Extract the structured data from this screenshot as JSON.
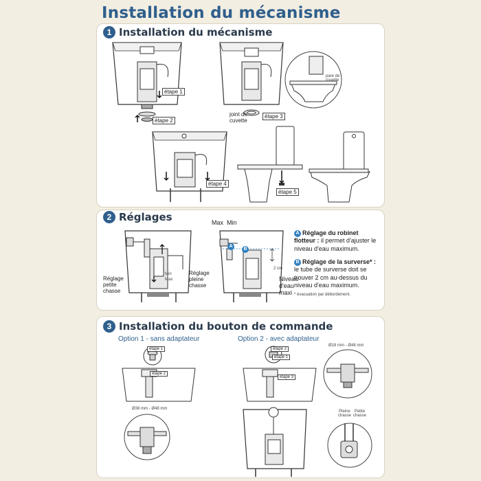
{
  "page_title": "Installation du mécanisme",
  "section1": {
    "number": "1",
    "title": "Installation du mécanisme",
    "labels": {
      "etape1": "étape 1",
      "etape2": "étape 2",
      "etape3": "étape 3",
      "etape4": "étape 4",
      "etape5": "étape 5",
      "joint": "joint de\ncuvette",
      "pare": "pare de\ncuvette"
    }
  },
  "section2": {
    "number": "2",
    "title": "Réglages",
    "labels": {
      "max": "Max",
      "min": "Min",
      "marker_a": "A",
      "marker_b": "B",
      "reglage_petite": "Réglage\npetite\nchasse",
      "reglage_pleine": "Réglage\npleine\nchasse",
      "niveau": "Niveau\nd'eau\nmaxi",
      "mark_min": "Min",
      "mark_max": "Max",
      "dist": "2 cm"
    },
    "note_a_marker": "A",
    "note_a_bold": "Réglage du robinet flotteur :",
    "note_a_text": "il permet d'ajuster le niveau d'eau maximum.",
    "note_b_marker": "B",
    "note_b_bold": "Réglage de la surverse* :",
    "note_b_text": "le tube de surverse doit se trouver 2 cm au-dessus du niveau d'eau maximum.",
    "footnote": "* évacuation par débordement."
  },
  "section3": {
    "number": "3",
    "title": "Installation du bouton de commande",
    "option1": "Option 1 - sans adaptateur",
    "option2": "Option 2 - avec adaptateur",
    "labels": {
      "dim1": "Ø38 mm - Ø48 mm",
      "dim2": "Ø18 mm - Ø48 mm",
      "o1_etape1": "étape 1",
      "o1_etape2": "étape 2",
      "o2_etape1": "étape 1",
      "o2_etape2": "étape 2",
      "o2_etape3": "étape 3",
      "pleine": "Pleine\nchasse",
      "petite": "Petite\nchasse"
    }
  },
  "colors": {
    "background": "#f3eee2",
    "accent": "#2f5f8c",
    "marker": "#2f7fc0"
  }
}
